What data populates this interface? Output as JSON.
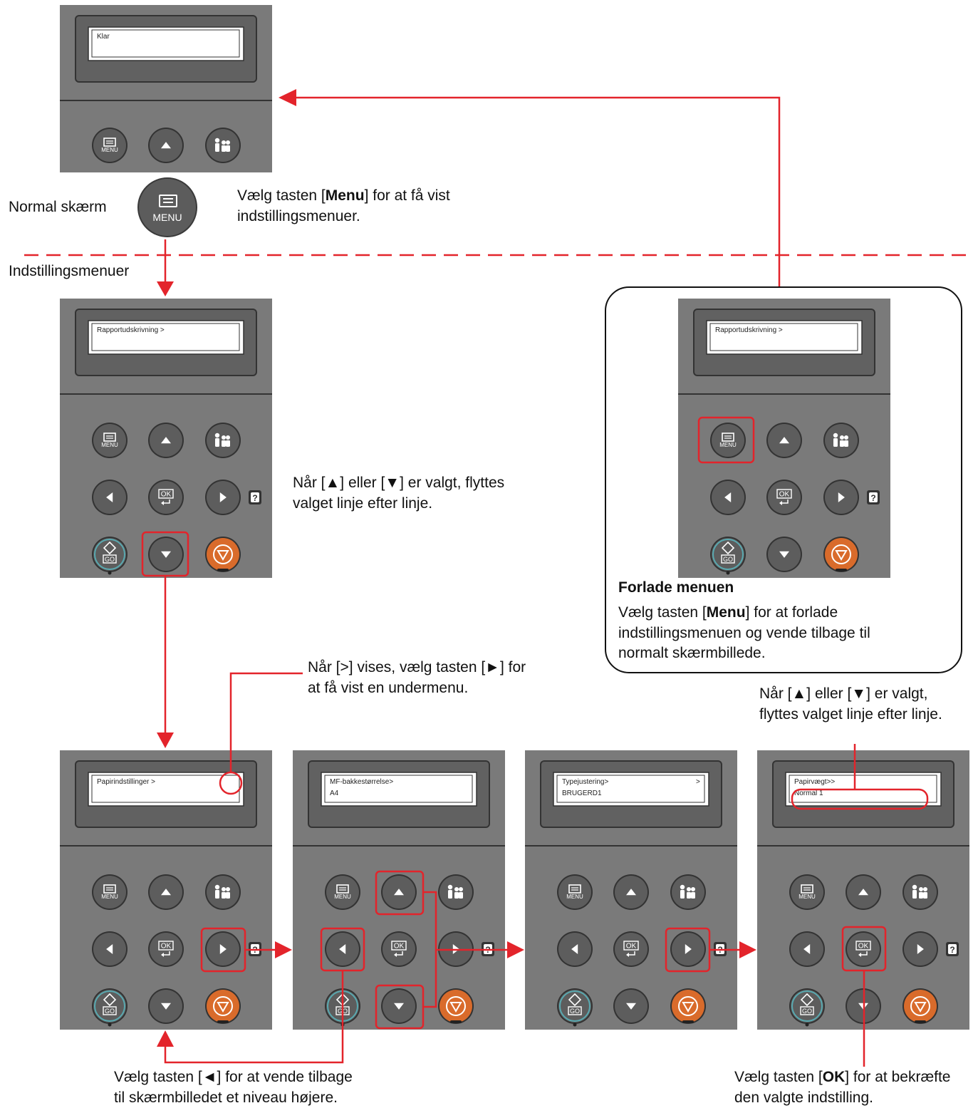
{
  "labels": {
    "normal_screen": "Normal skærm",
    "settings_menus": "Indstillingsmenuer",
    "menu_button_caption": "MENU",
    "help_key": "?"
  },
  "instructions": {
    "menu_press": {
      "pre": "Vælg tasten [",
      "bold": "Menu",
      "post": "] for at få vist",
      "line2": "indstillingsmenuer."
    },
    "up_down_1": {
      "line1": "Når [▲] eller [▼] er valgt, flyttes",
      "line2": "valget linje efter linje."
    },
    "right_arrow": {
      "line1": "Når [>] vises, vælg tasten [►] for",
      "line2": "at få vist en undermenu."
    },
    "up_down_2": {
      "line1": "Når [▲] eller [▼] er valgt,",
      "line2": "flyttes valget linje efter linje."
    },
    "back": {
      "line1": "Vælg tasten [◄] for at vende tilbage",
      "line2": "til skærmbilledet et niveau højere."
    },
    "ok_confirm": {
      "pre": "Vælg tasten [",
      "bold": "OK",
      "post": "] for at bekræfte",
      "line2": "den valgte indstilling."
    }
  },
  "exit_callout": {
    "title": "Forlade menuen",
    "pre": "Vælg tasten [",
    "bold": "Menu",
    "post": "] for at forlade",
    "line2": "indstillingsmenuen og vende tilbage til",
    "line3": "normalt skærmbillede."
  },
  "screens": {
    "ready": {
      "line1": "Klar",
      "line2": ""
    },
    "report": {
      "line1": "Rapportudskrivning  >",
      "line2": ""
    },
    "report_exit": {
      "line1": "Rapportudskrivning  >",
      "line2": ""
    },
    "paper": {
      "line1": "Papirindstillinger  >",
      "line2": ""
    },
    "mp_tray": {
      "line1": "MF-bakkestørrelse>",
      "line2": "A4"
    },
    "type_adjust": {
      "line1": "Typejustering>",
      "line2": "BRUGERD1",
      "right_mark": ">"
    },
    "paper_weight": {
      "line1": "Papirvægt>>",
      "line2": "Normal 1"
    }
  },
  "keys": {
    "menu": "MENU",
    "ok": "OK",
    "go": "GO"
  },
  "colors": {
    "accent_red": "#e3242b",
    "panel_gray": "#7a7a7a",
    "bezel_gray": "#616161",
    "key_gray": "#5d5d5d",
    "stop_orange": "#d96b2b",
    "go_teal": "#59a9b0"
  }
}
